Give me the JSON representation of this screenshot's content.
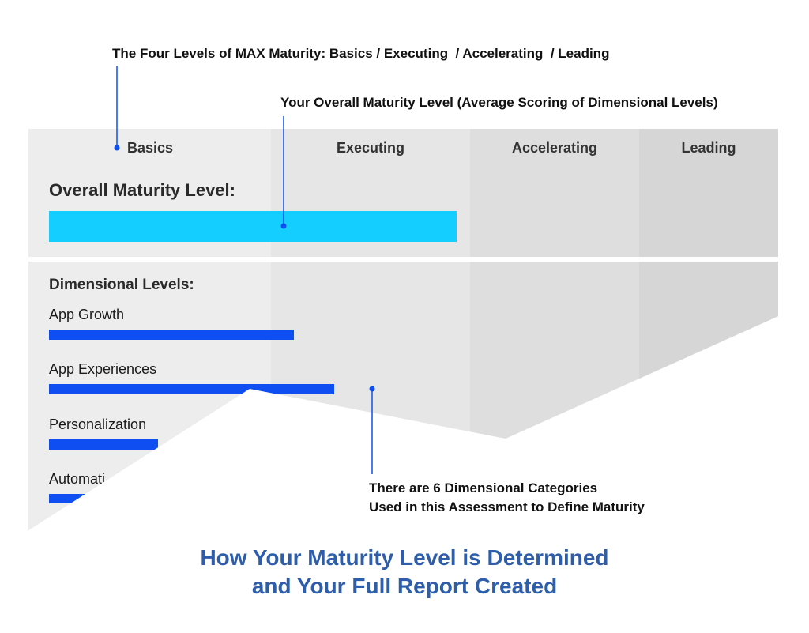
{
  "annotations": {
    "four_levels": "The Four Levels of MAX Maturity: Basics / Executing  / Accelerating  / Leading",
    "overall_level": "Your Overall Maturity Level (Average Scoring of Dimensional Levels)",
    "categories_line1": "There are 6 Dimensional Categories",
    "categories_line2": "Used in this Assessment to Define Maturity"
  },
  "columns": [
    "Basics",
    "Executing",
    "Accelerating",
    "Leading"
  ],
  "overall": {
    "title": "Overall Maturity Level:",
    "fraction": 0.6
  },
  "dimensional": {
    "title": "Dimensional Levels:",
    "items": [
      {
        "label": "App Growth",
        "fraction": 0.36
      },
      {
        "label": "App Experiences",
        "fraction": 0.42
      },
      {
        "label": "Personalization",
        "fraction": 0.16
      },
      {
        "label": "Automati",
        "fraction": 0.06
      }
    ]
  },
  "caption": {
    "line1": "How Your Maturity Level is Determined",
    "line2": "and Your Full Report Created"
  },
  "colors": {
    "overall_bar": "#13CEFF",
    "dimension_bar": "#0F4EF0",
    "caption_text": "#2E5EAA",
    "callout_line": "#0F4EF0",
    "column_shades": [
      "#EDEDED",
      "#E6E6E6",
      "#DEDEDE",
      "#D6D6D6"
    ]
  }
}
